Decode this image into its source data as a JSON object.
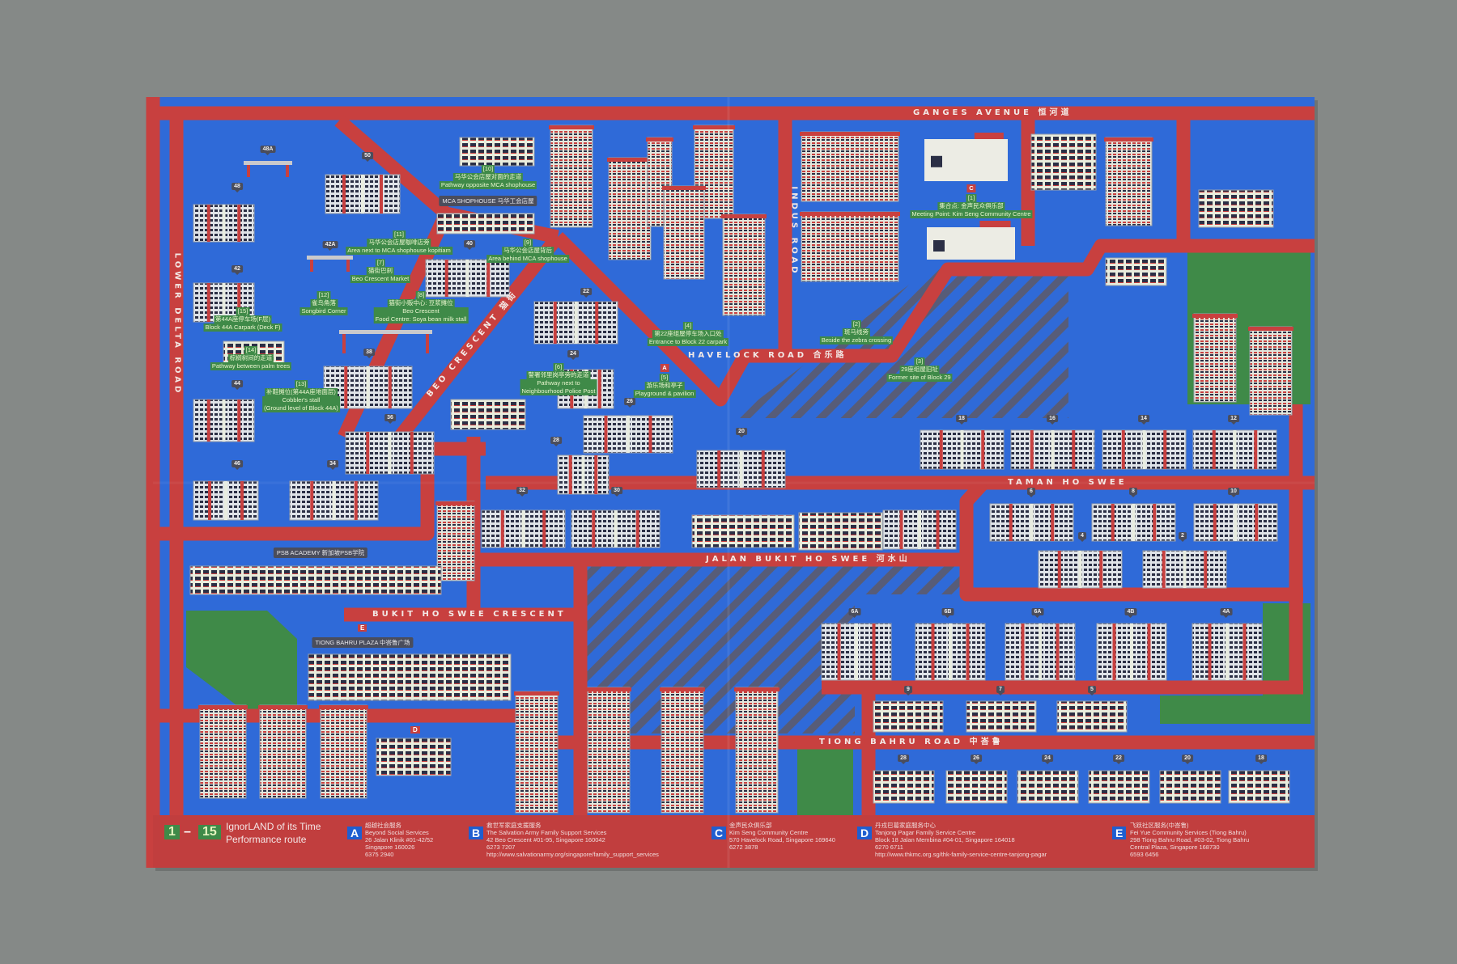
{
  "roads": {
    "lower_delta": "LOWER DELTA ROAD",
    "beo_crescent": "BEO CRESCENT 猫街",
    "havelock": "HAVELOCK ROAD 合乐路",
    "indus": "INDUS ROAD",
    "ganges": "GANGES AVENUE 恒河道",
    "taman": "TAMAN HO SWEE",
    "jalan": "JALAN BUKIT HO SWEE 河水山",
    "bhs_crescent": "BUKIT HO SWEE CRESCENT",
    "tiong_bahru": "TIONG BAHRU ROAD 中峇鲁"
  },
  "landmarks": {
    "mca": "MCA SHOPHOUSE 马华工会店屋",
    "psb": "PSB ACADEMY 新加坡PSB学院",
    "tbp": "TIONG BAHRU PLAZA 中峇鲁广场",
    "tbp_letter": "E",
    "d_letter": "D"
  },
  "route_points": [
    {
      "num": "[1]",
      "letter": "C",
      "zh": "集合点: 金声民众俱乐部",
      "en": "Meeting Point: Kim Seng Community Centre"
    },
    {
      "num": "[2]",
      "zh": "斑马线旁",
      "en": "Beside the zebra crossing"
    },
    {
      "num": "[3]",
      "zh": "29座组屋旧址",
      "en": "Former site of Block 29"
    },
    {
      "num": "[4]",
      "zh": "第22座组屋停车场入口处",
      "en": "Entrance to Block 22 carpark"
    },
    {
      "num": "[5]",
      "letter": "A",
      "zh": "游乐场和亭子",
      "en": "Playground & pavilion"
    },
    {
      "num": "[6]",
      "zh": "警署邻里岗亭旁的走道",
      "en": "Pathway next to\nNeighbourhood Police Post"
    },
    {
      "num": "[7]",
      "zh": "猫街巴刹",
      "en": "Beo Crescent Market"
    },
    {
      "num": "[8]",
      "zh": "猫街小贩中心: 豆浆摊位",
      "en": "Beo Crescent\nFood Centre: Soya bean milk stall"
    },
    {
      "num": "[9]",
      "zh": "马华公会店屋背后",
      "en": "Area behind MCA shophouse"
    },
    {
      "num": "[10]",
      "zh": "马华公会店屋对面的走道",
      "en": "Pathway opposite MCA shophouse"
    },
    {
      "num": "[11]",
      "zh": "马华公会店屋咖啡店旁",
      "en": "Area next to MCA shophouse kopitiam"
    },
    {
      "num": "[12]",
      "zh": "雀鸟角落",
      "en": "Songbird Corner"
    },
    {
      "num": "[13]",
      "zh": "补鞋摊位(第44A座地面层)",
      "en": "Cobbler's stall\n(Ground level of Block 44A)"
    },
    {
      "num": "[14]",
      "zh": "棕榈树间的走道",
      "en": "Pathway between palm trees"
    },
    {
      "num": "[15]",
      "zh": "第44A座停车场(F层)",
      "en": "Block 44A Carpark (Deck F)"
    }
  ],
  "block_markers": [
    "48A",
    "48",
    "50",
    "42A",
    "42",
    "40",
    "22",
    "24",
    "26",
    "44",
    "38",
    "36",
    "46",
    "34",
    "28",
    "32",
    "30",
    "20",
    "18",
    "16",
    "14",
    "12",
    "6",
    "8",
    "10",
    "4",
    "2",
    "6A",
    "6B",
    "6A",
    "4B",
    "4A",
    "9",
    "7",
    "5",
    "28",
    "26",
    "24",
    "22",
    "20",
    "18"
  ],
  "legend": {
    "route_from": "1",
    "route_to": "15",
    "route_dash": "–",
    "route_title": "IgnorLAND of its Time\nPerformance route",
    "services": [
      {
        "letter": "A",
        "text": "超越社会服务\nBeyond Social Services\n26 Jalan Klinik #01-42/52\nSingapore 160026\n6375 2940"
      },
      {
        "letter": "B",
        "text": "救世军家庭支援服务\nThe Salvation Army Family Support Services\n42 Beo Crescent #01-95, Singapore 160042\n6273 7207\nhttp://www.salvationarmy.org/singapore/family_support_services"
      },
      {
        "letter": "C",
        "text": "金声民众俱乐部\nKim Seng Community Centre\n570 Havelock Road, Singapore 169640\n6272 3878"
      },
      {
        "letter": "D",
        "text": "丹戎巴葛家庭服务中心\nTanjong Pagar Family Service Centre\nBlock 18 Jalan Membina #04-01, Singapore 164018\n6270 6711\nhttp://www.thkmc.org.sg/thk-family-service-centre-tanjong-pagar"
      },
      {
        "letter": "E",
        "text": "飞跃社区服务(中峇鲁)\nFei Yue Community Services (Tiong Bahru)\n298 Tiong Bahru Road, #03-02, Tiong Bahru\nCentral Plaza, Singapore 168730\n6593 6456"
      }
    ]
  },
  "colors": {
    "map_blue": "#2f6ad8",
    "road_red": "#c8403f",
    "park_green": "#3f8a48",
    "hatch": "#575c78",
    "background": "#858987"
  }
}
